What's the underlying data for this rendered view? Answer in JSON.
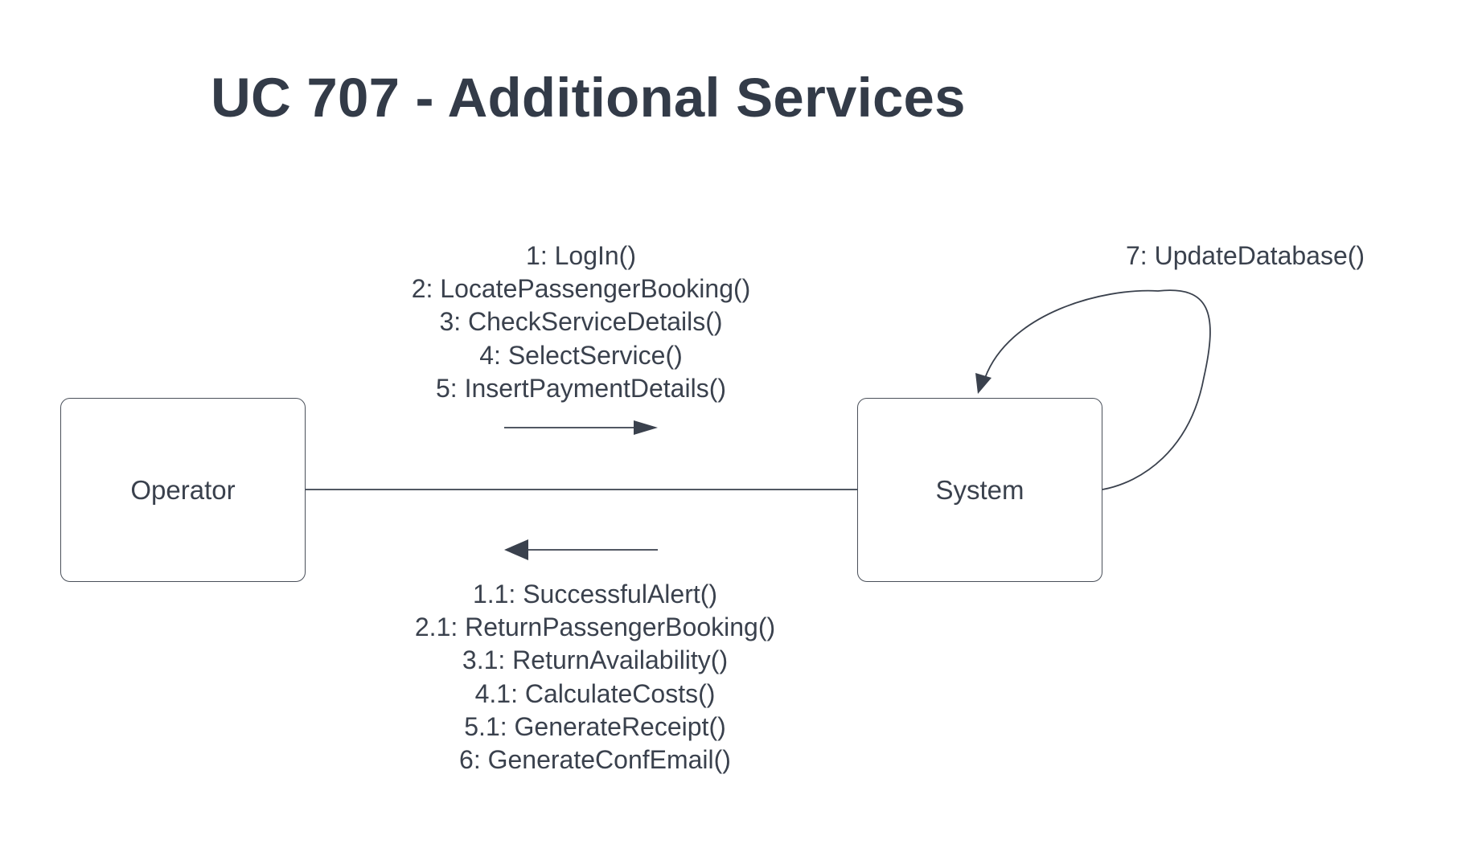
{
  "title": "UC 707 - Additional Services",
  "objects": {
    "operator": "Operator",
    "system": "System"
  },
  "messages_forward": [
    "1: LogIn()",
    "2: LocatePassengerBooking()",
    "3: CheckServiceDetails()",
    "4: SelectService()",
    "5: InsertPaymentDetails()"
  ],
  "messages_return": [
    "1.1: SuccessfulAlert()",
    "2.1: ReturnPassengerBooking()",
    "3.1: ReturnAvailability()",
    "4.1: CalculateCosts()",
    "5.1: GenerateReceipt()",
    "6: GenerateConfEmail()"
  ],
  "message_self": "7: UpdateDatabase()",
  "colors": {
    "stroke": "#3a414d",
    "text": "#3a414d"
  }
}
